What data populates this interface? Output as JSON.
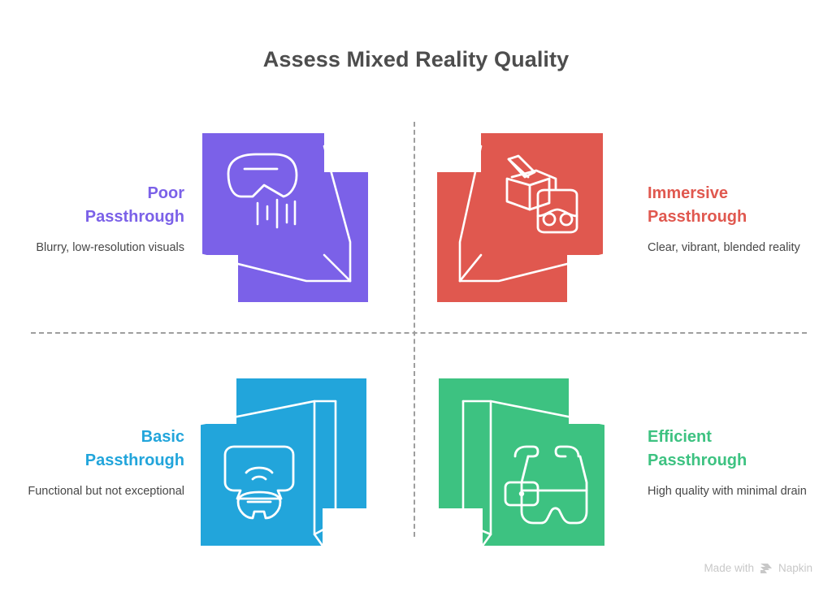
{
  "title": "Assess Mixed Reality Quality",
  "colors": {
    "purple": "#7B61E8",
    "red": "#E0584F",
    "blue": "#22A5DB",
    "green": "#3DC281",
    "divider": "#9e9e9e",
    "title_text": "#4d4d4d",
    "body_text": "#474747",
    "watermark": "#c8c8c8"
  },
  "quadrants": [
    {
      "id": "poor-passthrough",
      "heading_line1": "Poor",
      "heading_line2": "Passthrough",
      "description": "Blurry, low-resolution visuals",
      "color": "#7B61E8",
      "icon": "vr-headset-blurry-icon"
    },
    {
      "id": "immersive-passthrough",
      "heading_line1": "Immersive",
      "heading_line2": "Passthrough",
      "description": "Clear, vibrant, blended reality",
      "color": "#E0584F",
      "icon": "cube-and-goggles-icon"
    },
    {
      "id": "basic-passthrough",
      "heading_line1": "Basic",
      "heading_line2": "Passthrough",
      "description": "Functional but not exceptional",
      "color": "#22A5DB",
      "icon": "screen-signal-headset-icon"
    },
    {
      "id": "efficient-passthrough",
      "heading_line1": "Efficient",
      "heading_line2": "Passthrough",
      "description": "High quality with minimal drain",
      "color": "#3DC281",
      "icon": "ar-glasses-icon"
    }
  ],
  "watermark": {
    "text_prefix": "Made with",
    "brand": "Napkin",
    "logo": "napkin-chevron-logo"
  }
}
